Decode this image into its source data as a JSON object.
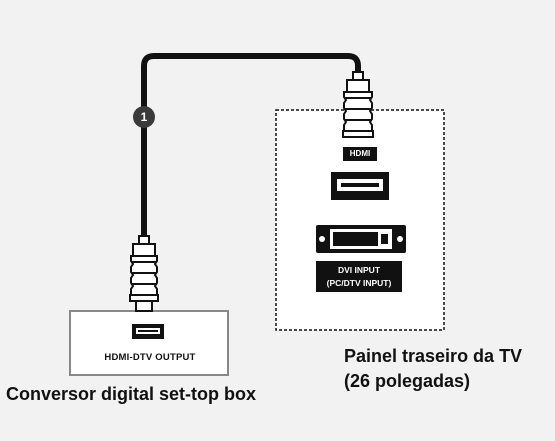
{
  "settop_box": {
    "port_label": "HDMI-DTV OUTPUT",
    "caption": "Conversor digital set-top box"
  },
  "tv_panel": {
    "hdmi_tag": "HDMI",
    "dvi_label_line1": "DVI INPUT",
    "dvi_label_line2": "(PC/DTV INPUT)",
    "caption_line1": "Painel traseiro da TV",
    "caption_line2": "(26 polegadas)"
  },
  "cable": {
    "step_number": "1"
  }
}
